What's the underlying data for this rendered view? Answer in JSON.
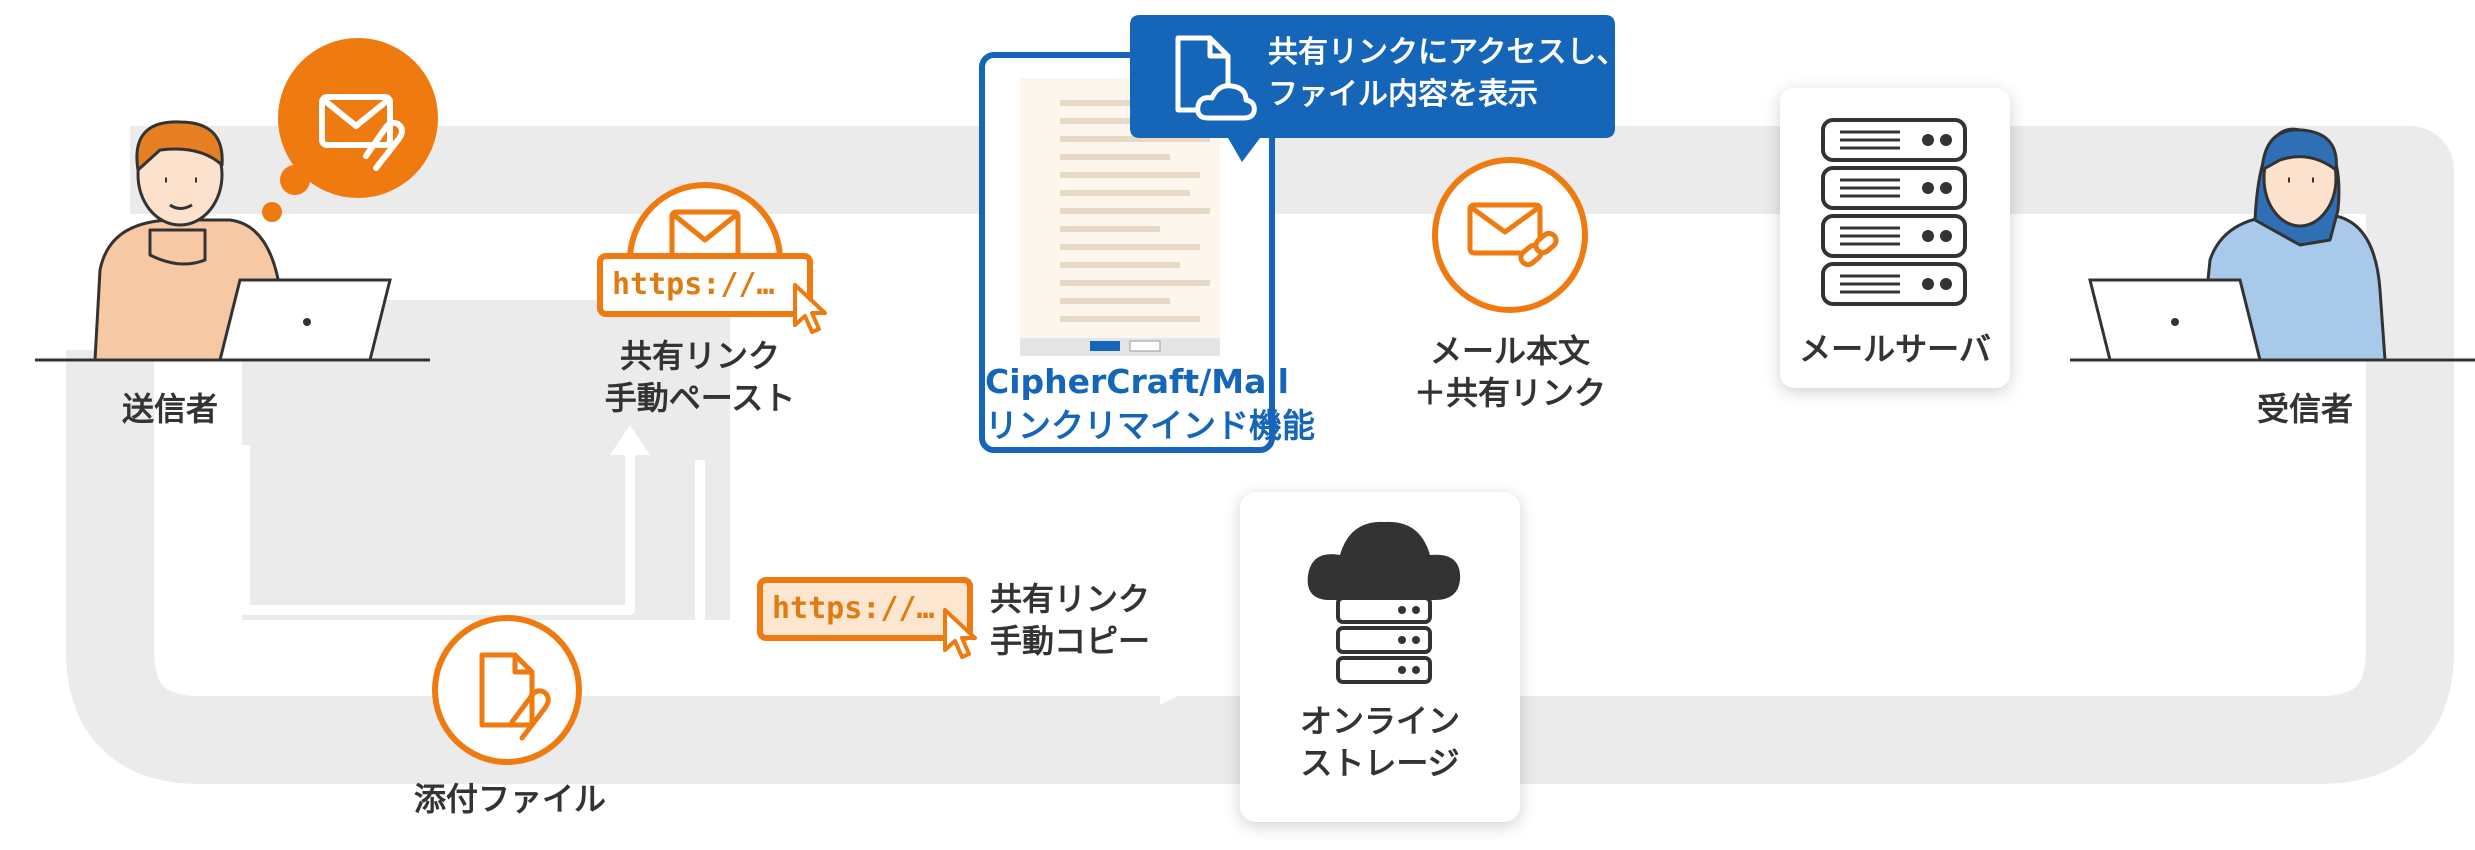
{
  "colors": {
    "orange": "#ee7a10",
    "blue": "#1565b8",
    "track": "#ebebeb",
    "text": "#333333"
  },
  "labels": {
    "sender": "送信者",
    "receiver": "受信者",
    "manual_paste": [
      "共有リンク",
      "手動ペースト"
    ],
    "manual_copy": [
      "共有リンク",
      "手動コピー"
    ],
    "attachment": "添付ファイル",
    "storage": [
      "オンライン",
      "ストレージ"
    ],
    "mail_body": [
      "メール本文",
      "＋共有リンク"
    ],
    "mail_server": "メールサーバ",
    "product": [
      "CipherCraft/Mail",
      "リンクリマインド機能"
    ],
    "bubble": [
      "共有リンクにアクセスし、",
      "ファイル内容を表示"
    ],
    "url_text": "https://…"
  },
  "icons": [
    "mail-attachment-icon",
    "mail-icon",
    "mail-link-icon",
    "document-attachment-icon",
    "document-cloud-icon",
    "server-rack-icon",
    "cloud-server-icon",
    "pointer-cursor-icon",
    "laptop-icon",
    "person-icon"
  ]
}
